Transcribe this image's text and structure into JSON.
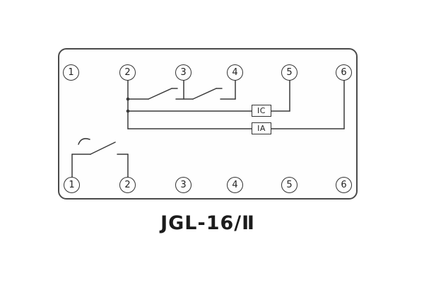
{
  "diagram": {
    "title": "JGL-16/Ⅱ",
    "top_terminals": [
      "1",
      "2",
      "3",
      "4",
      "5",
      "6"
    ],
    "bottom_terminals": [
      "1",
      "2",
      "3",
      "4",
      "5",
      "6"
    ],
    "boxes": {
      "upper": "IC",
      "lower": "IA"
    },
    "colors": {
      "line": "#3a3a3a",
      "outline": "#4a4a4a",
      "background": "#ffffff"
    }
  }
}
